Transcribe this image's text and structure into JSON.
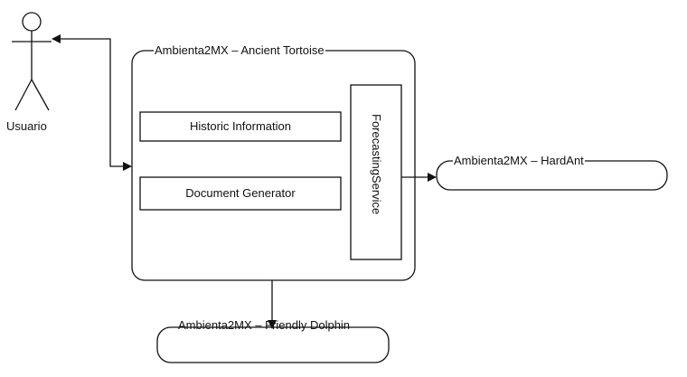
{
  "actor": {
    "label": "Usuario"
  },
  "main_system": {
    "title": "Ambienta2MX – Ancient Tortoise",
    "components": [
      {
        "label": "Historic Information"
      },
      {
        "label": "Document Generator"
      }
    ],
    "service": {
      "label": "ForecastingService"
    }
  },
  "external_systems": {
    "hardant": {
      "title": "Ambienta2MX – HardAnt"
    },
    "friendly_dolphin": {
      "title": "Ambienta2MX – Friendly Dolphin"
    }
  }
}
